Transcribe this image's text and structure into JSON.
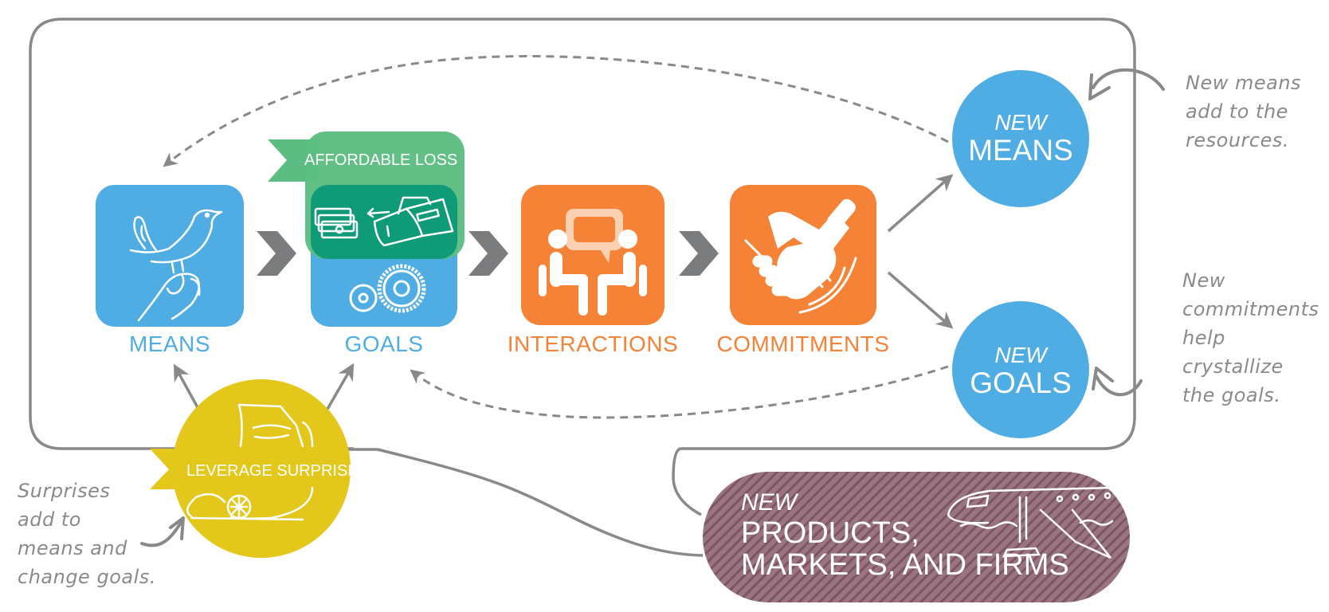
{
  "colors": {
    "blue": "#4fade3",
    "orange": "#f48338",
    "green_light": "#5cbd82",
    "green_dark": "#0f9a78",
    "yellow": "#e3c71b",
    "mauve": "#8e6574",
    "gray": "#88898b",
    "chevron": "#7b7c7e"
  },
  "stages": [
    {
      "id": "means",
      "label": "MEANS",
      "icon": "bird-on-hand-icon",
      "color": "blue"
    },
    {
      "id": "goals",
      "label": "GOALS",
      "icon": "gears-icon",
      "color": "blue"
    },
    {
      "id": "interactions",
      "label": "INTERACTIONS",
      "icon": "people-talking-icon",
      "color": "orange"
    },
    {
      "id": "commitments",
      "label": "COMMITMENTS",
      "icon": "handshake-icon",
      "color": "orange"
    }
  ],
  "affordable_loss": {
    "label": "AFFORDABLE LOSS",
    "icon": "money-wallet-icon"
  },
  "leverage_surprise": {
    "label": "LEVERAGE SURPRISE",
    "icon": "lemonade-pitcher-icon"
  },
  "new_means": {
    "prefix": "NEW",
    "label": "MEANS"
  },
  "new_goals": {
    "prefix": "NEW",
    "label": "GOALS"
  },
  "outcome": {
    "prefix": "NEW",
    "line1": "PRODUCTS,",
    "line2": "MARKETS, AND FIRMS",
    "icon": "airplane-icon"
  },
  "notes": {
    "new_means": [
      "New means",
      "add to the",
      "resources."
    ],
    "new_goals": [
      "New",
      "commitments",
      "help",
      "crystallize",
      "the goals."
    ],
    "surprise": [
      "Surprises",
      "add to",
      "means and",
      "change goals."
    ]
  }
}
